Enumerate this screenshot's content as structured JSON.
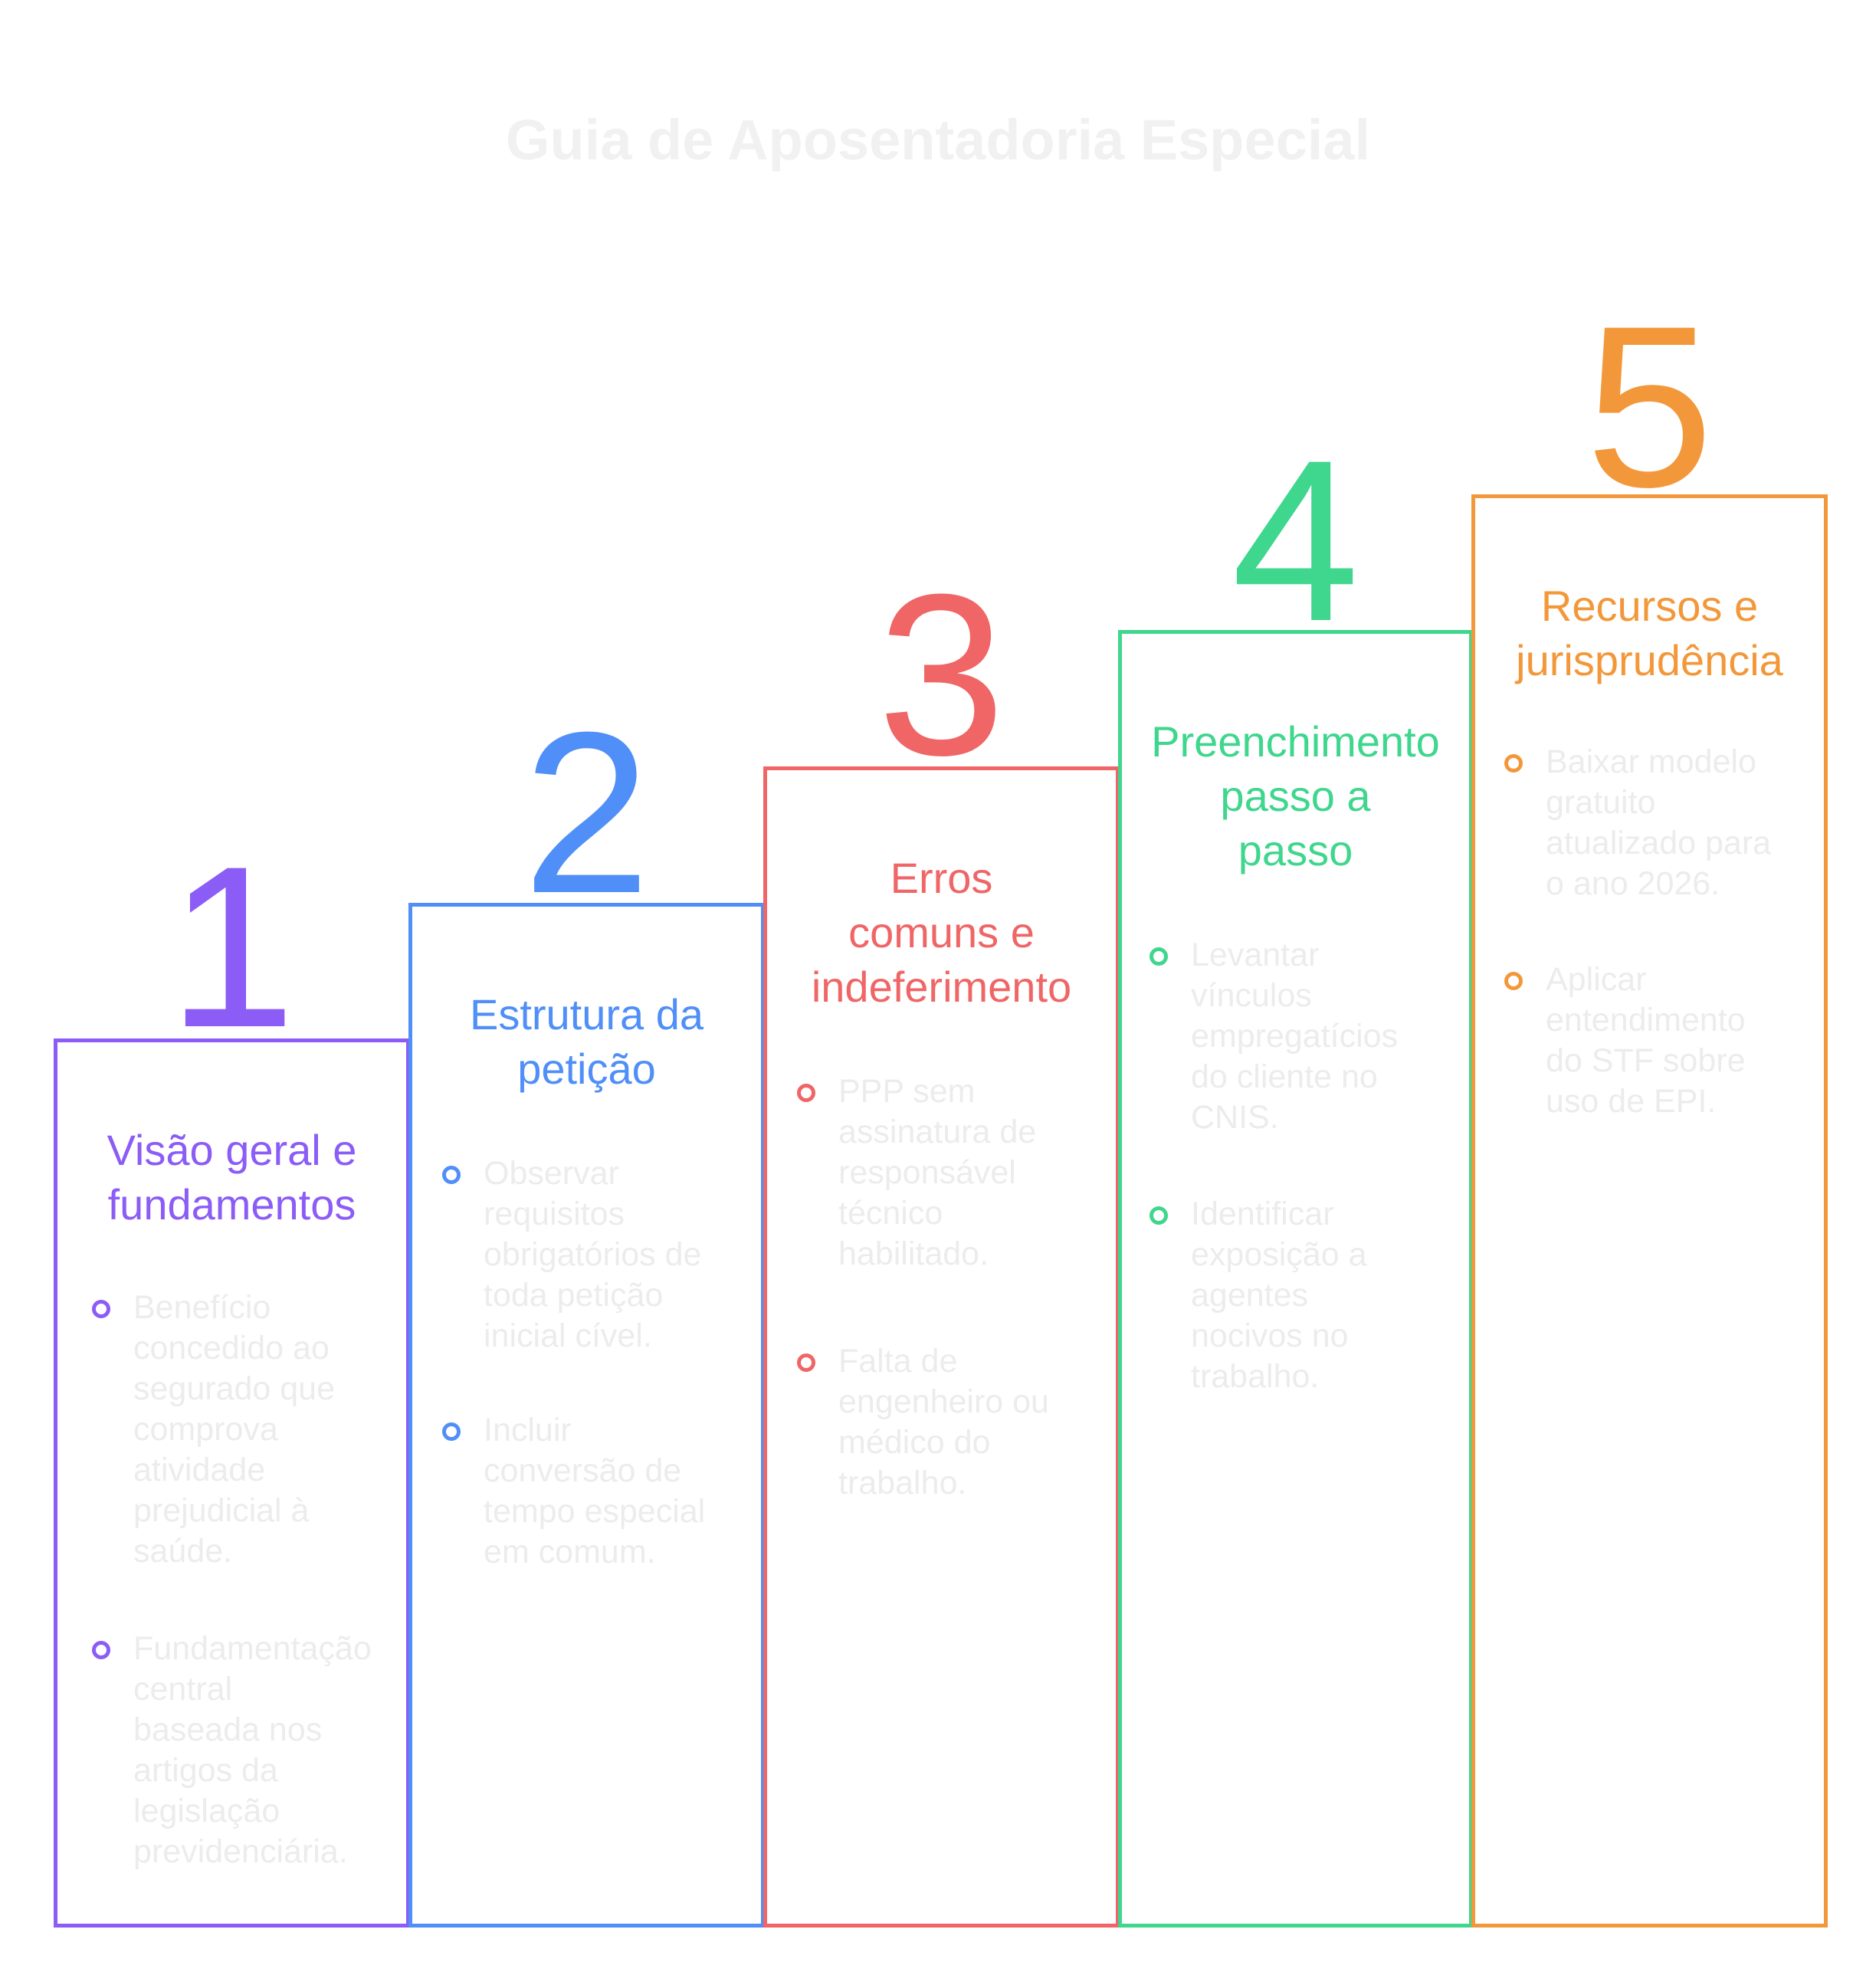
{
  "title": "Guia de Aposentadoria Especial",
  "steps": [
    {
      "number": "1",
      "color": "#8b5cf6",
      "heading": [
        "Visão geral e",
        "fundamentos"
      ],
      "bullets": [
        [
          "Benefício",
          "concedido ao",
          "segurado que",
          "comprova",
          "atividade",
          "prejudicial à",
          "saúde."
        ],
        [
          "Fundamentação",
          "central",
          "baseada nos",
          "artigos da",
          "legislação",
          "previdenciária."
        ]
      ]
    },
    {
      "number": "2",
      "color": "#4f8ff7",
      "heading": [
        "Estrutura da",
        "petição"
      ],
      "bullets": [
        [
          "Observar",
          "requisitos",
          "obrigatórios de",
          "toda petição",
          "inicial cível."
        ],
        [
          "Incluir",
          "conversão de",
          "tempo especial",
          "em comum."
        ]
      ]
    },
    {
      "number": "3",
      "color": "#f06566",
      "heading": [
        "Erros",
        "comuns e",
        "indeferimento"
      ],
      "bullets": [
        [
          "PPP sem",
          "assinatura de",
          "responsável",
          "técnico",
          "habilitado."
        ],
        [
          "Falta de",
          "engenheiro ou",
          "médico do",
          "trabalho."
        ]
      ]
    },
    {
      "number": "4",
      "color": "#3fd68d",
      "heading": [
        "Preenchimento",
        "passo a",
        "passo"
      ],
      "bullets": [
        [
          "Levantar",
          "vínculos",
          "empregatícios",
          "do cliente no",
          "CNIS."
        ],
        [
          "Identificar",
          "exposição a",
          "agentes",
          "nocivos no",
          "trabalho."
        ]
      ]
    },
    {
      "number": "5",
      "color": "#f3983a",
      "heading": [
        "Recursos e",
        "jurisprudência"
      ],
      "bullets": [
        [
          "Baixar modelo",
          "gratuito",
          "atualizado para",
          "o ano 2026."
        ],
        [
          "Aplicar",
          "entendimento",
          "do STF sobre",
          "uso de EPI."
        ]
      ]
    }
  ]
}
